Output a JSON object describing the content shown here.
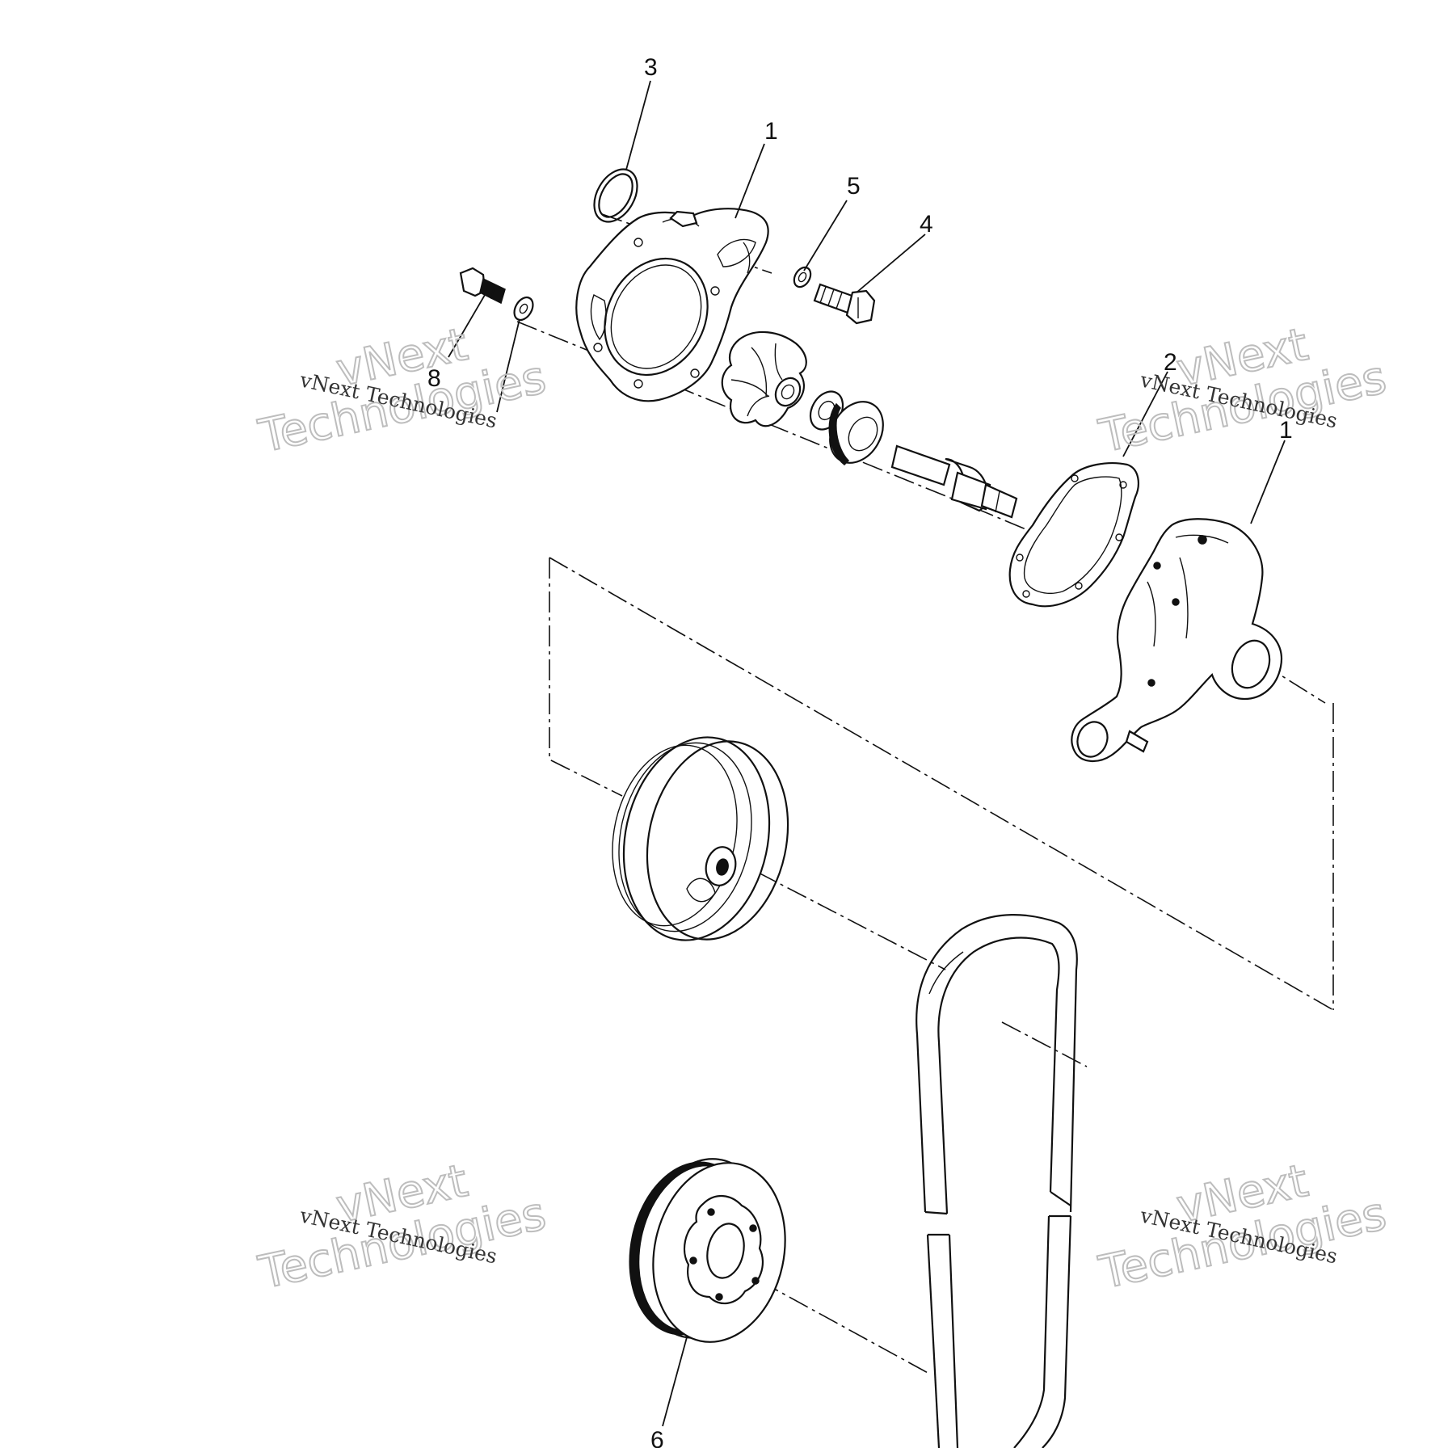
{
  "diagram": {
    "callouts": {
      "c3": "3",
      "c1_top": "1",
      "c5": "5",
      "c4": "4",
      "c8": "8",
      "c2": "2",
      "c1_right": "1",
      "c6": "6"
    },
    "watermarks": [
      {
        "line1": "vNext",
        "line2": "Technologies",
        "caption": "vNext Technologies"
      },
      {
        "line1": "vNext",
        "line2": "Technologies",
        "caption": "vNext Technologies"
      },
      {
        "line1": "vNext",
        "line2": "Technologies",
        "caption": "vNext Technologies"
      },
      {
        "line1": "vNext",
        "line2": "Technologies",
        "caption": "vNext Technologies"
      }
    ]
  }
}
